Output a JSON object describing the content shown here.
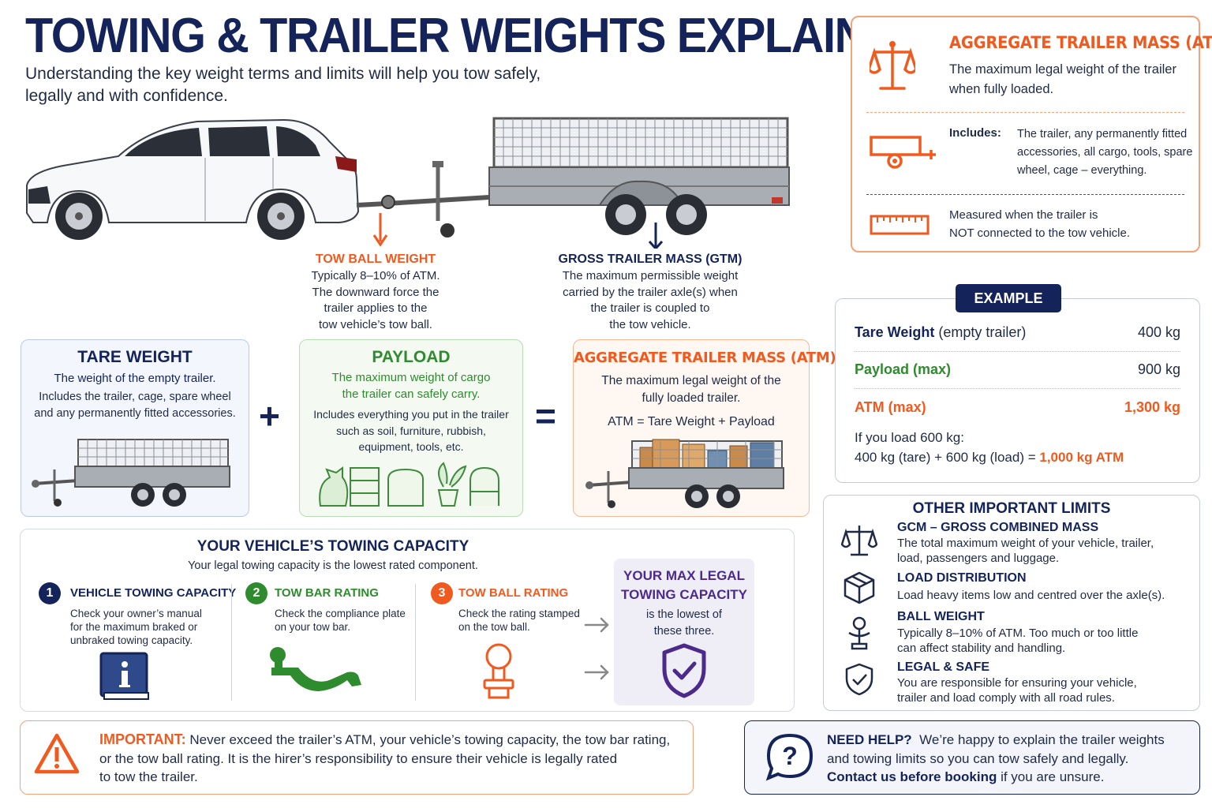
{
  "header": {
    "title": "TOWING & TRAILER WEIGHTS EXPLAINED",
    "subtitle": "Understanding the key weight terms and limits will help you tow safely, legally and with confidence."
  },
  "diagram": {
    "tow_ball_weight": {
      "title": "TOW BALL WEIGHT",
      "line1": "Typically 8–10% of ATM.",
      "line2": "The downward force the",
      "line3": "trailer applies to the",
      "line4": "tow vehicle’s tow ball."
    },
    "gtm": {
      "title": "GROSS TRAILER MASS (GTM)",
      "line1": "The maximum permissible weight",
      "line2": "carried by the trailer axle(s) when",
      "line3": "the trailer is coupled to",
      "line4": "the tow vehicle."
    }
  },
  "atm_card": {
    "title": "AGGREGATE TRAILER MASS (ATM)",
    "desc1": "The maximum legal weight of the trailer",
    "desc2": "when fully loaded.",
    "includes_label": "Includes:",
    "includes1": "The trailer, any permanently fitted",
    "includes2": "accessories, all cargo, tools, spare",
    "includes3": "wheel, cage – everything.",
    "measured1": "Measured when the trailer is",
    "measured2": "NOT connected to the tow vehicle."
  },
  "example": {
    "badge": "EXAMPLE",
    "tare_label": "Tare Weight",
    "tare_note": "(empty trailer)",
    "tare_value": "400 kg",
    "payload_label": "Payload (max)",
    "payload_value": "900 kg",
    "atm_label": "ATM (max)",
    "atm_value": "1,300 kg",
    "load_line": "If you load 600 kg:",
    "calc_line": "400 kg (tare) + 600 kg (load) =",
    "calc_result": "1,000 kg ATM"
  },
  "tare": {
    "title": "TARE WEIGHT",
    "subtitle": "The weight of the empty trailer.",
    "line1": "Includes the trailer, cage, spare wheel",
    "line2": "and any permanently fitted accessories."
  },
  "payload": {
    "title": "PAYLOAD",
    "sub1": "The maximum weight of cargo",
    "sub2": "the trailer can safely carry.",
    "line1": "Includes everything you put in the trailer",
    "line2": "such as soil, furniture, rubbish,",
    "line3": "equipment, tools, etc."
  },
  "atm_mid": {
    "title": "AGGREGATE TRAILER MASS (ATM)",
    "line1": "The maximum legal weight of the",
    "line2": "fully loaded trailer.",
    "formula": "ATM = Tare Weight + Payload"
  },
  "operators": {
    "plus": "+",
    "equals": "="
  },
  "capacity": {
    "title": "YOUR VEHICLE’S TOWING CAPACITY",
    "subtitle": "Your legal towing capacity is the lowest rated component.",
    "steps": [
      {
        "num": "1",
        "title": "VEHICLE TOWING CAPACITY",
        "l1": "Check your owner’s manual",
        "l2": "for the maximum braked or",
        "l3": "unbraked towing capacity."
      },
      {
        "num": "2",
        "title": "TOW BAR RATING",
        "l1": "Check the compliance plate",
        "l2": "on your tow bar.",
        "l3": ""
      },
      {
        "num": "3",
        "title": "TOW BALL RATING",
        "l1": "Check the rating stamped",
        "l2": "on the tow ball.",
        "l3": ""
      }
    ],
    "max_title1": "YOUR MAX LEGAL",
    "max_title2": "TOWING CAPACITY",
    "max_text1": "is the lowest of",
    "max_text2": "these three."
  },
  "limits": {
    "title": "OTHER IMPORTANT LIMITS",
    "items": [
      {
        "title": "GCM – GROSS COMBINED MASS",
        "l1": "The total maximum weight of your vehicle, trailer,",
        "l2": "load, passengers and luggage.",
        "icon": "scales-icon"
      },
      {
        "title": "LOAD DISTRIBUTION",
        "l1": "Load heavy items low and centred over the axle(s).",
        "l2": "",
        "icon": "box-icon"
      },
      {
        "title": "BALL WEIGHT",
        "l1": "Typically 8–10% of ATM. Too much or too little",
        "l2": "can affect stability and handling.",
        "icon": "tow-ball-icon"
      },
      {
        "title": "LEGAL & SAFE",
        "l1": "You are responsible for ensuring your vehicle,",
        "l2": "trailer and load comply with all road rules.",
        "icon": "shield-check-icon"
      }
    ]
  },
  "important": {
    "label": "IMPORTANT:",
    "l1": "Never exceed the trailer’s ATM, your vehicle’s towing capacity, the tow bar rating,",
    "l2": "or the tow ball rating. It is the hirer’s responsibility to ensure their vehicle is legally rated",
    "l3": "to tow the trailer."
  },
  "help": {
    "label": "NEED HELP?",
    "l1": "We’re happy to explain the trailer weights",
    "l2": "and towing limits so you can tow safely and legally.",
    "l3_bold": "Contact us before booking",
    "l3_rest": "if you are unsure."
  },
  "colors": {
    "navy": "#14245a",
    "orange": "#f15a1f",
    "green": "#2e8b2e",
    "purple": "#4b2a8c"
  }
}
